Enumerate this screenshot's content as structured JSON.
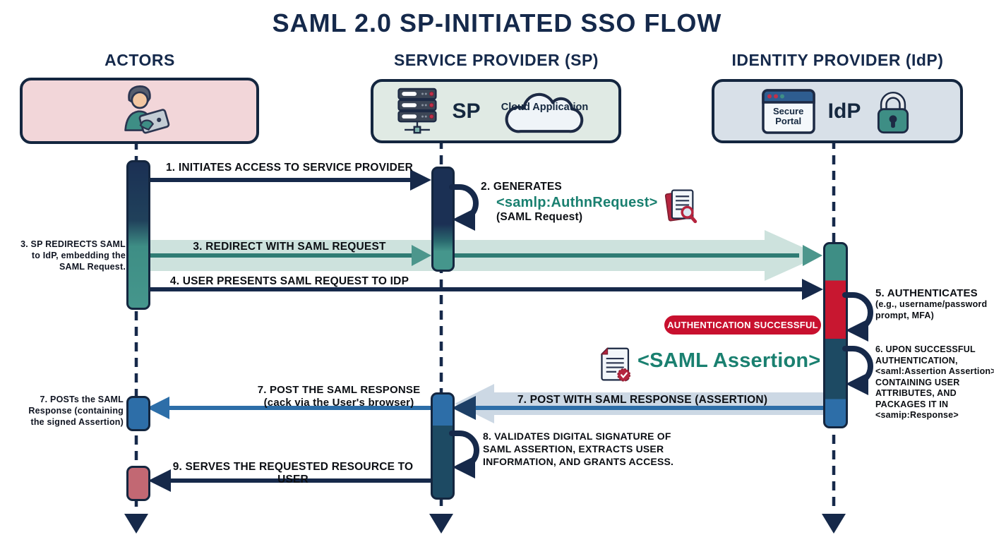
{
  "title": "SAML 2.0 SP-INITIATED SSO FLOW",
  "lanes": {
    "actors": {
      "header": "ACTORS"
    },
    "sp": {
      "header": "SERVICE PROVIDER (SP)",
      "label": "SP",
      "cloud": "Cloud Application"
    },
    "idp": {
      "header": "IDENTITY PROVIDER (IdP)",
      "label": "IdP",
      "portal": "Secure Portal"
    }
  },
  "messages": {
    "m1": "1. INITIATES ACCESS TO SERVICE PROVIDER",
    "m2_title": "2. GENERATES",
    "m2_code": "<samlp:AuthnRequest>",
    "m2_sub": "(SAML Request)",
    "m3": "3. REDIRECT WITH SAML REQUEST",
    "m3_note": "3. SP REDIRECTS SAML to IdP, embedding the SAML Request.",
    "m4": "4. USER PRESENTS SAML REQUEST TO IDP",
    "m5_title": "5. AUTHENTICATES",
    "m5_sub": "(e.g., username/password prompt, MFA)",
    "auth_badge": "AUTHENTICATION SUCCESSFUL",
    "m6": "6. UPON SUCCESSFUL AUTHENTICATION, <saml:Assertion Assertion> CONTAINING USER ATTRIBUTES, AND PACKAGES IT IN <samip:Response>",
    "saml_assertion": "<SAML Assertion>",
    "m7_band": "7. POST WITH SAML RESPONSE (ASSERTION)",
    "m7_title": "7. POST THE SAML RESPONSE",
    "m7_sub": "(cack via the User's browser)",
    "m7_note": "7. POSTs the SAML Response (containing the signed Assertion)",
    "m8": "8. VALIDATES DIGITAL SIGNATURE OF SAML ASSERTION, EXTRACTS USER INFORMATION, AND GRANTS ACCESS.",
    "m9": "9. SERVES THE REQUESTED RESOURCE TO USER"
  },
  "colors": {
    "navy": "#16294a",
    "teal": "#3e8e85",
    "teal_text": "#1a8070",
    "band_teal": "#cde2dd",
    "red_badge": "#c8102e",
    "red_activation": "#c81730",
    "blue": "#2d6ea8",
    "slate_blue": "#1d4a63",
    "band_blue": "#ccd8e4",
    "rose": "#c26873",
    "actors_bg": "#f2d6d9",
    "sp_bg": "#e0eae4",
    "idp_bg": "#d8e0e8"
  }
}
